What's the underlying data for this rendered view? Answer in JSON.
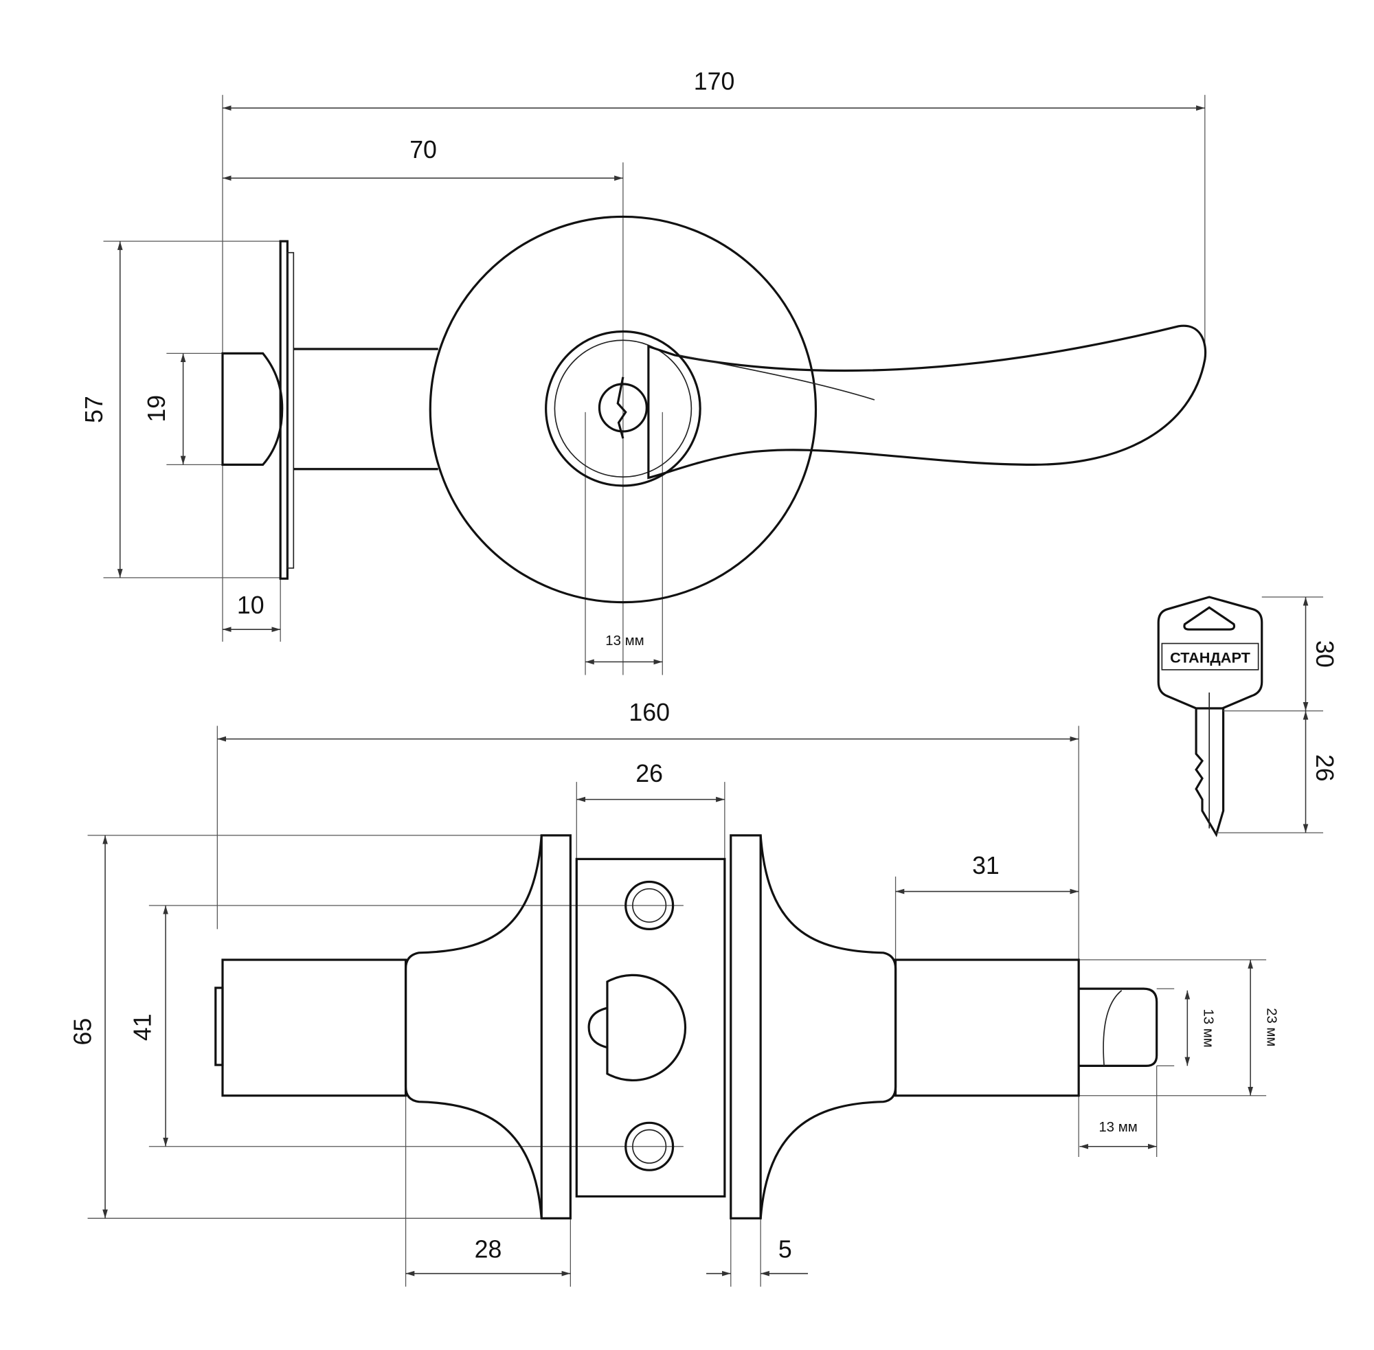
{
  "top_view": {
    "overall_length": "170",
    "backset": "70",
    "plate_height": "57",
    "bolt_height": "19",
    "bolt_projection": "10",
    "cylinder_offset": "13 мм"
  },
  "bottom_view": {
    "overall_width": "160",
    "plate_width": "26",
    "rose_height": "65",
    "screw_spacing": "41",
    "spindle_length": "31",
    "rose_depth": "28",
    "rose_thickness": "5",
    "bolt_height": "13 мм",
    "bolt_outer": "23 мм",
    "bolt_length": "13 мм"
  },
  "key": {
    "brand": "СТАНДАРТ",
    "head_height": "30",
    "blade_length": "26"
  }
}
